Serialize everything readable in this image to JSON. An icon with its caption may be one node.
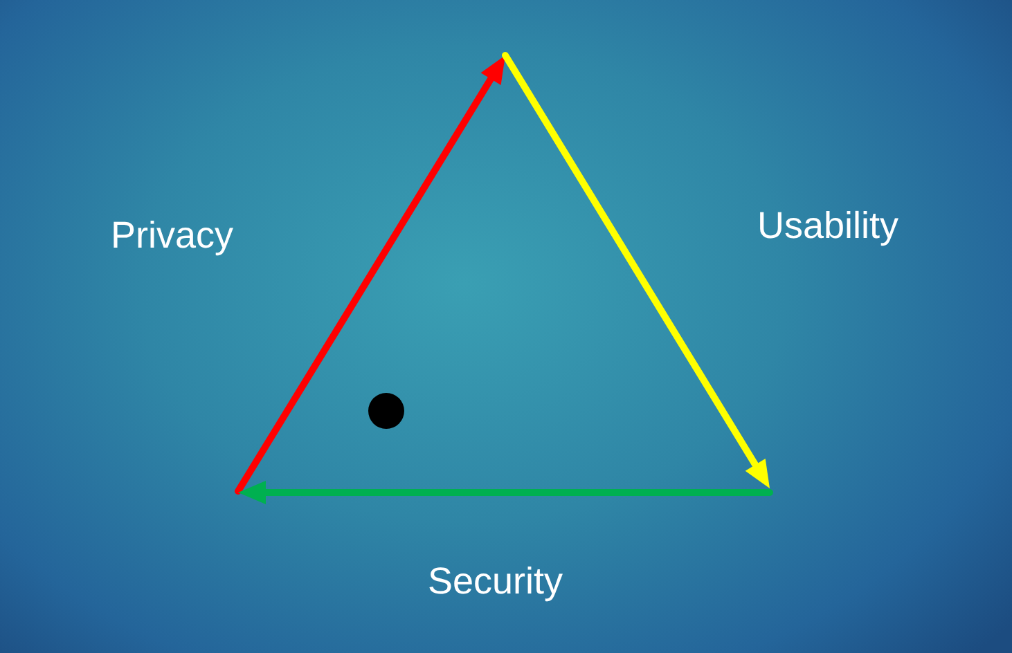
{
  "diagram": {
    "labels": [
      "Privacy",
      "Usability",
      "Security"
    ]
  }
}
